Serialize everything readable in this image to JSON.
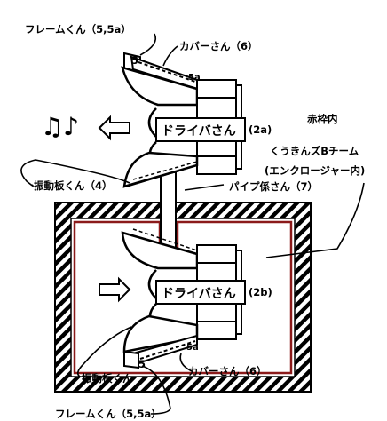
{
  "labels": {
    "frame_top": "フレームくん（5,5a）",
    "cover_top": "カバーさん（6）",
    "tag_5_top": "5",
    "tag_5a_top": "5a",
    "driver_top": "ドライバさん",
    "driver_top_num": "(2a)",
    "diaphragm_top": "振動板くん（4）",
    "pipe": "パイプ係さん（7）",
    "inside_red": "赤枠内",
    "team": "くうきんズBチーム",
    "enclosure": "(エンクロージャー内)",
    "driver_bottom": "ドライバさん",
    "driver_bottom_num": "(2b)",
    "tag_5a_bottom": "5a",
    "tag_5_bottom": "5",
    "cover_bottom": "カバーさん（6）",
    "diaphragm_bottom": "振動板くん",
    "frame_bottom": "フレームくん（5,5a）"
  },
  "symbols": {
    "music_notes": "♫♪",
    "music_icon": "music-notes-icon",
    "arrow_left_icon": "hollow-arrow-left-icon",
    "arrow_right_icon": "hollow-arrow-right-icon"
  },
  "colors": {
    "enclosure_border": "#8b1a1a",
    "line": "#000000"
  }
}
